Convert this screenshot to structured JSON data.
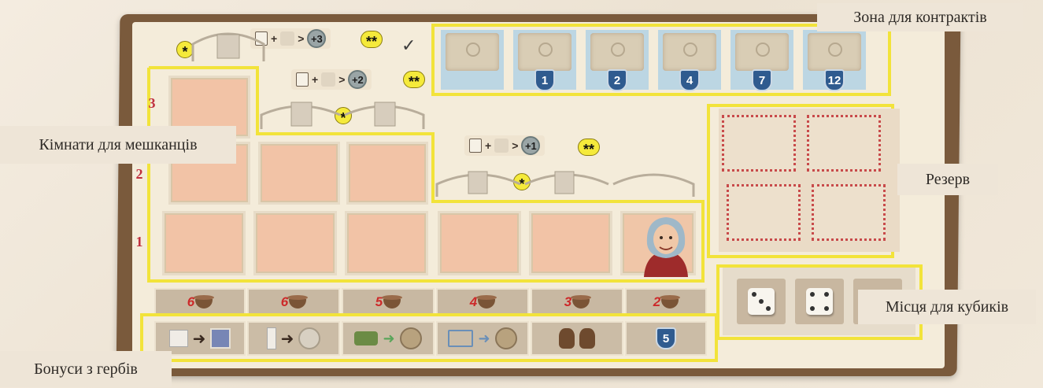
{
  "labels": {
    "contracts_zone": "Зона для контрактів",
    "resident_rooms": "Кімнати для мешканців",
    "reserve": "Резерв",
    "dice_places": "Місця для кубиків",
    "coat_of_arms_bonuses": "Бонуси з гербів"
  },
  "room_rows": [
    "3",
    "2",
    "1"
  ],
  "food_row": [
    {
      "value": "6",
      "icon": "bowl-icon"
    },
    {
      "value": "6",
      "icon": "bowl-icon"
    },
    {
      "value": "5",
      "icon": "bowl-icon"
    },
    {
      "value": "4",
      "icon": "bowl-icon"
    },
    {
      "value": "3",
      "icon": "bowl-icon"
    },
    {
      "value": "2",
      "icon": "bowl-icon"
    }
  ],
  "contracts": [
    {
      "value": ""
    },
    {
      "value": "1"
    },
    {
      "value": "2"
    },
    {
      "value": "4"
    },
    {
      "value": "7"
    },
    {
      "value": "12"
    }
  ],
  "bonus_rows": [
    {
      "bonus": "+3",
      "marker": "**"
    },
    {
      "bonus": "+2",
      "marker": "**"
    },
    {
      "bonus": "+1",
      "marker": "**"
    }
  ],
  "floor_markers": [
    "*",
    "*",
    "*"
  ],
  "coat_bonus_last_value": "5",
  "colors": {
    "highlight": "#f2e33a",
    "room": "#f2c3a6",
    "shield": "#2f5b8f"
  }
}
